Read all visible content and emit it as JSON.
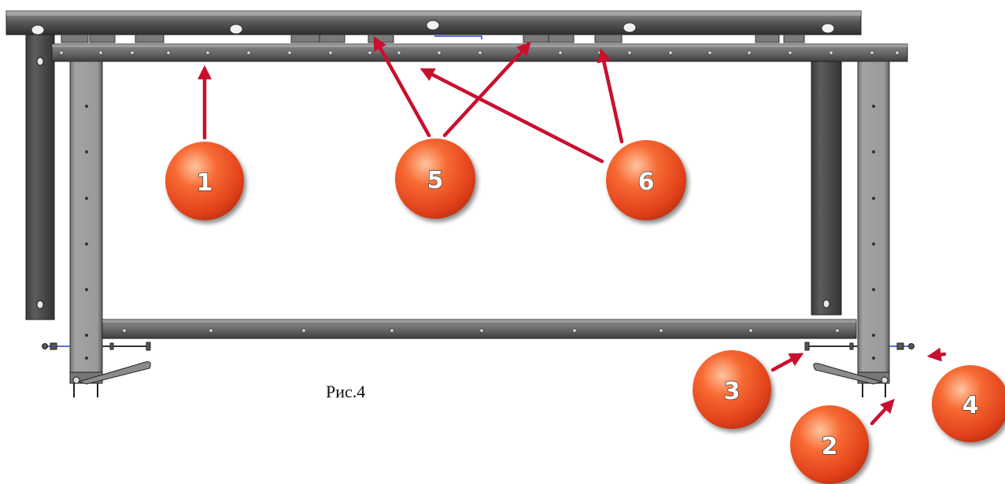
{
  "figure": {
    "caption": "Рис.4",
    "markers": [
      {
        "id": "1",
        "label": "1"
      },
      {
        "id": "5",
        "label": "5"
      },
      {
        "id": "6",
        "label": "6"
      },
      {
        "id": "3",
        "label": "3"
      },
      {
        "id": "2",
        "label": "2"
      },
      {
        "id": "4",
        "label": "4"
      }
    ],
    "colors": {
      "frame_dark": "#4a4a4a",
      "frame_light": "#8f8f8f",
      "frame_mid": "#6e6e6e",
      "arrow": "#c8102e",
      "marker_fill": "#f04e1f",
      "marker_highlight": "#ffb080"
    }
  }
}
